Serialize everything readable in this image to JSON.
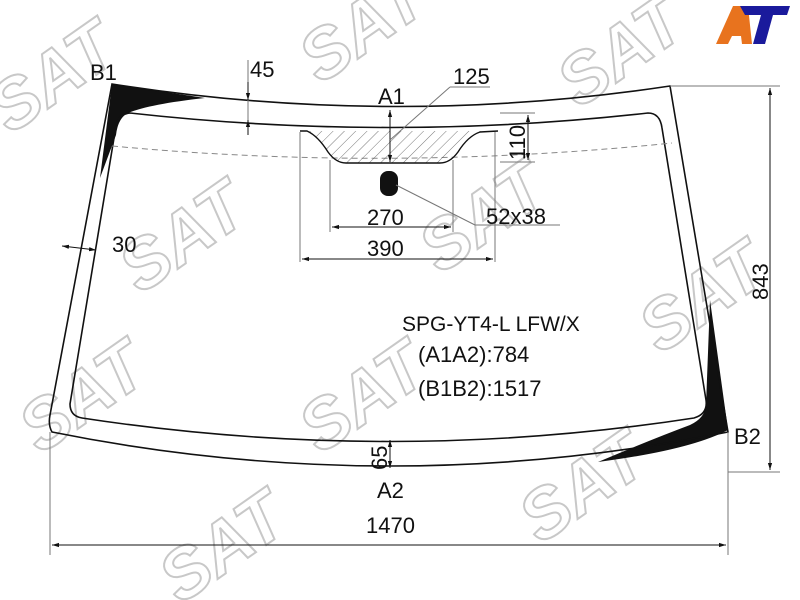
{
  "diagram": {
    "part_code": "SPG-YT4-L LFW/X",
    "a1a2": "(A1A2):784",
    "b1b2": "(B1B2):1517",
    "labels": {
      "b1": "B1",
      "b2": "B2",
      "a1": "A1",
      "a2": "A2"
    },
    "dimensions": {
      "top_band": "45",
      "sensor_offset": "125",
      "sensor_height": "110",
      "inner_width": "270",
      "outer_width": "390",
      "sensor_size": "52x38",
      "side_band": "30",
      "height": "843",
      "bottom_band": "65",
      "width": "1470"
    }
  },
  "logo": {
    "text": "AT",
    "colors": {
      "a": "#e8731e",
      "t": "#1a1a9c"
    }
  },
  "watermark_text": "SAT"
}
